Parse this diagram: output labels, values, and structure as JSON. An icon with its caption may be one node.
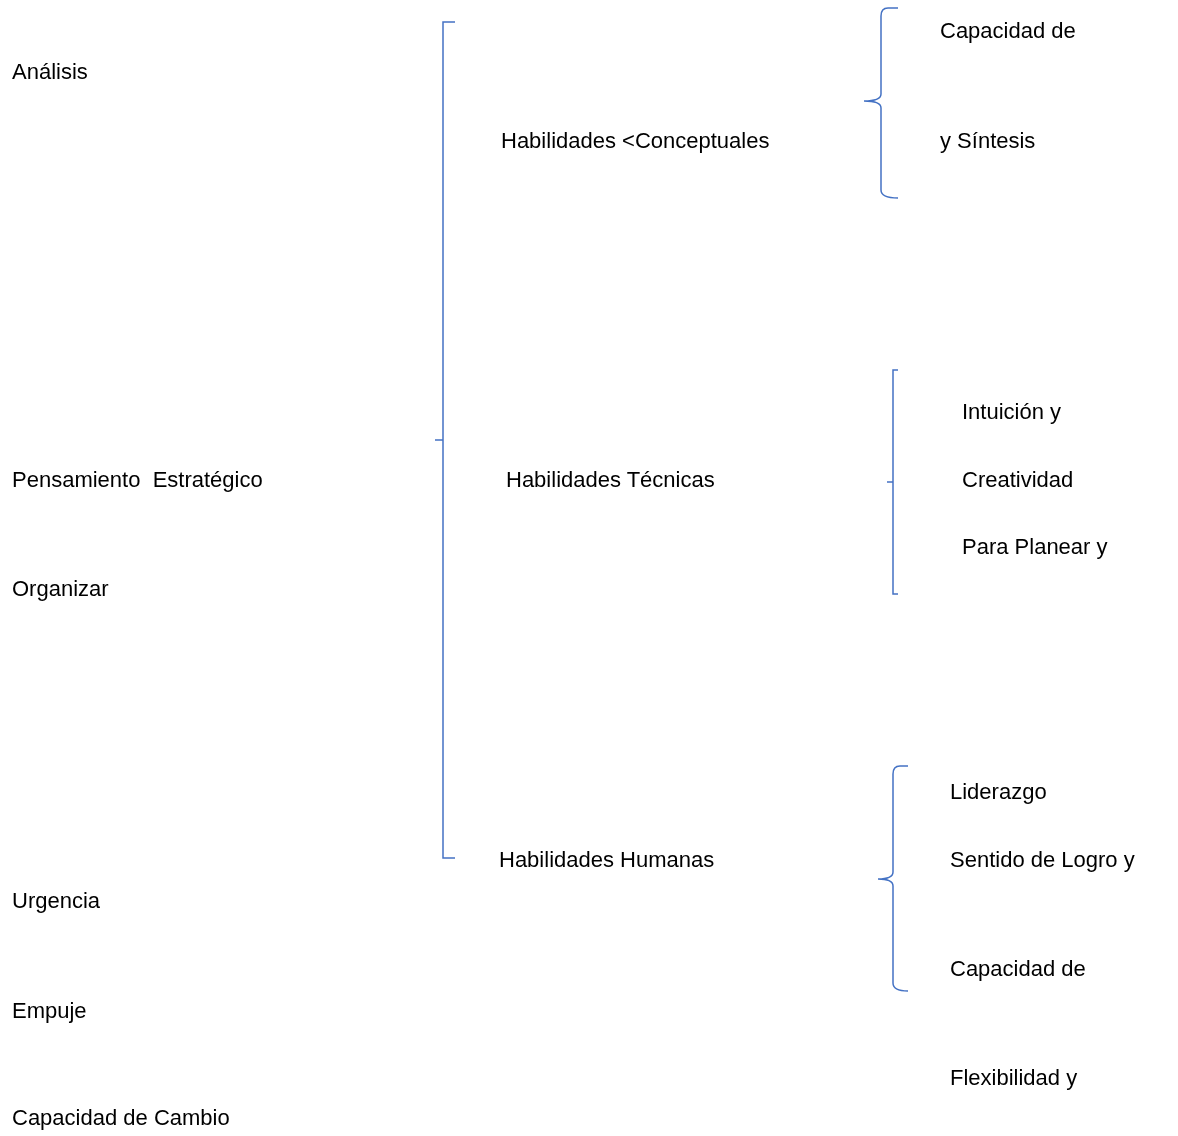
{
  "diagram": {
    "labels": [
      "Capacidad de",
      "Análisis",
      "Habilidades <Conceptuales",
      "y Síntesis",
      "Intuición y",
      "Pensamiento  Estratégico",
      "Habilidades Técnicas",
      "Creatividad",
      "Para Planear y",
      "Organizar",
      "Liderazgo",
      "Habilidades Humanas",
      "Sentido de Logro y",
      "Urgencia",
      "Capacidad de",
      "Empuje",
      "Flexibilidad y",
      "Capacidad de Cambio"
    ]
  }
}
